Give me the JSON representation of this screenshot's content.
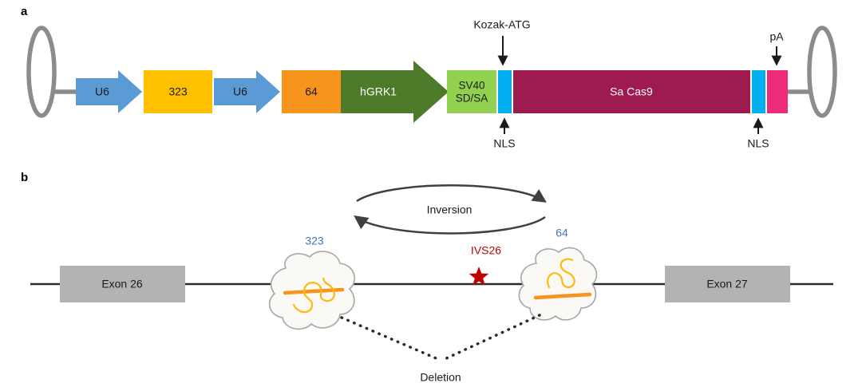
{
  "figure": {
    "panel_a_label": "a",
    "panel_b_label": "b"
  },
  "construct": {
    "u6_1": "U6",
    "grna_323": "323",
    "u6_2": "U6",
    "grna_64": "64",
    "hgrk1": "hGRK1",
    "sv40": "SV40 SD/SA",
    "sacas9": "Sa Cas9",
    "kozak_atg": "Kozak-ATG",
    "pa": "pA",
    "nls_left": "NLS",
    "nls_right": "NLS"
  },
  "genome": {
    "inversion": "Inversion",
    "deletion": "Deletion",
    "exon26": "Exon 26",
    "exon27": "Exon 27",
    "guide_left": "323",
    "guide_right": "64",
    "mutation": "IVS26"
  },
  "colors": {
    "blue_arrow": "#5b9bd5",
    "yellow": "#ffc000",
    "orange": "#f7941d",
    "dark_green": "#4e7b2a",
    "light_green": "#92d050",
    "cyan": "#00b0f0",
    "maroon": "#9e1b4f",
    "pink": "#ee2a7b",
    "itr_gray": "#8c8c8c",
    "exon_gray": "#b3b3b3",
    "label_blue": "#4472c4",
    "mutation_red": "#c00000"
  }
}
